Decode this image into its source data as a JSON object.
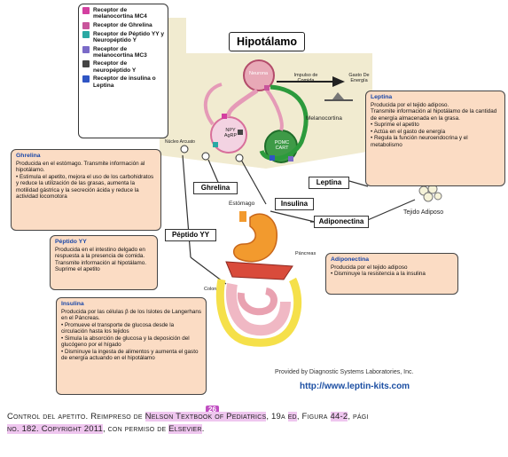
{
  "legend": {
    "items": [
      {
        "label": "Receptor de melanocortina MC4",
        "color": "#d33fa0"
      },
      {
        "label": "Receptor de Ghrelina",
        "color": "#c8559c"
      },
      {
        "label": "Receptor de Péptido YY y Neuropéptido Y",
        "color": "#2aa9a3"
      },
      {
        "label": "Receptor de melanocortina MC3",
        "color": "#7a6ac8"
      },
      {
        "label": "Receptor de neuropéptido Y",
        "color": "#444444"
      },
      {
        "label": "Receptor de insulina o Leptina",
        "color": "#2f55c4"
      }
    ]
  },
  "diagram": {
    "title": "Hipotálamo",
    "labels": {
      "neurona": "Neurona",
      "npy": "NPY AgRP",
      "pomc": "POMC CART",
      "impulso": "Impulso de Comida",
      "gasto": "Gasto De Energía",
      "melanocortina": "Melanocortina",
      "ghrelina": "Ghrelina",
      "leptina": "Leptina",
      "estomago": "Estómago",
      "insulina": "Insulina",
      "peptido": "Péptido YY",
      "adiponectina": "Adiponectina",
      "tejido": "Tejido Adiposo",
      "pancreas": "Páncreas",
      "colon": "Colon",
      "nucleo": "Núcleo Arcuato"
    },
    "boxes": {
      "leptina": {
        "title": "Leptina",
        "lines": [
          "Producida por el tejido adiposo.",
          "Transmite información al hipotálamo de la cantidad de energía almacenada en la grasa.",
          "• Suprime el apetito",
          "• Actúa en el gasto de energía",
          "• Regula la función neuroendocrina y el metabolismo"
        ]
      },
      "ghrelina": {
        "title": "Ghrelina",
        "lines": [
          "Producida en el estómago. Transmite información al hipotálamo.",
          "• Estimula el apetito, mejora el uso de los carbohidratos y reduce la utilización de las grasas, aumenta la motilidad gástrica y la secreción ácida y reduce la actividad locomotora"
        ]
      },
      "peptido": {
        "title": "Péptido YY",
        "lines": [
          "Producida en el intestino delgado en respuesta a la presencia de comida. Transmite información al hipotálamo. Suprime el apetito"
        ]
      },
      "adiponectina": {
        "title": "Adiponectina",
        "lines": [
          "Producida por el tejido adiposo",
          "• Disminuye la resistencia a la insulina"
        ]
      },
      "insulina": {
        "title": "Insulina",
        "lines": [
          "Producida por las células β de los Islotes de Langerhans en el Páncreas.",
          "• Promueve el transporte de glucosa desde la circulación hasta los tejidos",
          "• Simula la absorción de glucosa y la deposición del glucógeno por el hígado",
          "• Disminuye la ingesta de alimentos y aumenta el gasto de energía actuando en el hipotálamo"
        ]
      }
    },
    "credit": "Provided by Diagnostic Systems Laboratories, Inc.",
    "url": "http://www.leptin-kits.com"
  },
  "caption": {
    "page_badge": "26",
    "line1_a": "Control del apetito. Reimpreso de ",
    "line1_b": "Nelson Textbook of Pediatrics",
    "line1_c": ", 19a ",
    "line1_d": "ed",
    "line1_e": ", Figura ",
    "line1_f": "44-2",
    "line1_g": ", pági",
    "line2_a": "no. 182. Copyright 2011",
    "line2_b": ", con permiso de ",
    "line2_c": "Elsevier",
    "line2_d": "."
  }
}
